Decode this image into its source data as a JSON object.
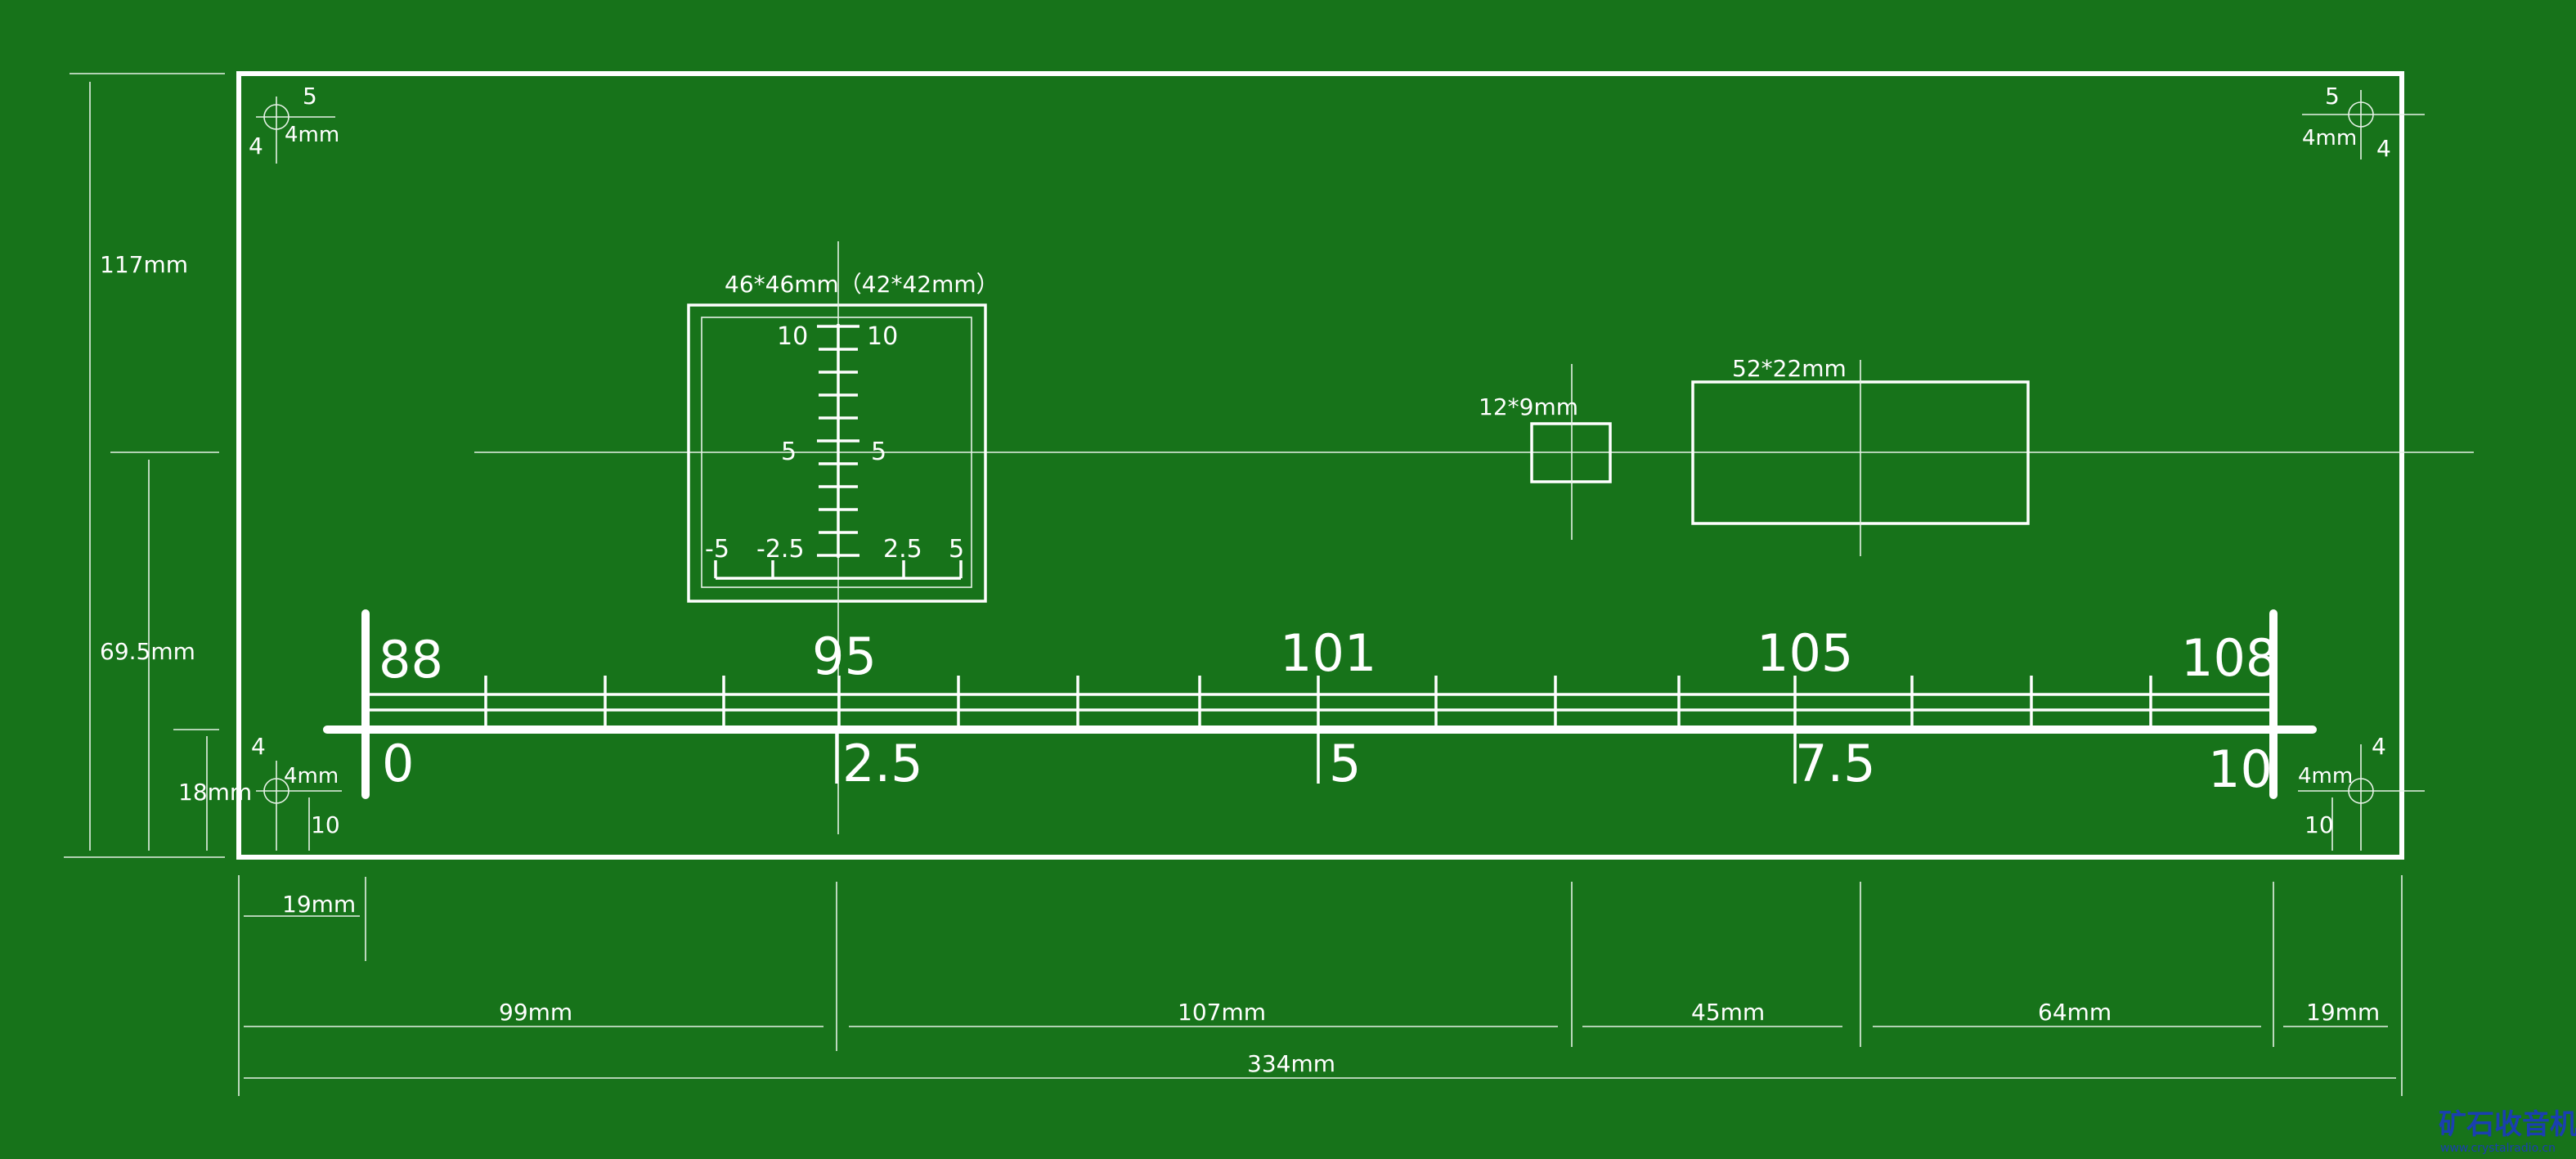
{
  "colors": {
    "background": "#17731a",
    "lines": "#ffffff",
    "watermark": "#1a3fb0"
  },
  "corner_holes": {
    "top_left": {
      "offset_x": "5",
      "offset_y": "4",
      "diameter": "4mm"
    },
    "top_right": {
      "offset_x": "5",
      "offset_y": "4",
      "diameter": "4mm"
    },
    "bottom_left": {
      "offset_x": "10",
      "offset_y": "4",
      "diameter": "4mm"
    },
    "bottom_right": {
      "offset_x": "10",
      "offset_y": "4",
      "diameter": "4mm"
    }
  },
  "dimensions": {
    "height_total": "117mm",
    "height_upper": "69.5mm",
    "height_lower": "18mm",
    "left_margin": "19mm",
    "seg_1": "99mm",
    "seg_2": "107mm",
    "seg_3": "45mm",
    "seg_4": "64mm",
    "seg_5": "19mm",
    "width_total": "334mm"
  },
  "meter": {
    "label": "46*46mm（42*42mm）",
    "left_top": "10",
    "left_mid": "5",
    "right_top": "10",
    "right_mid": "5",
    "bottom_labels": [
      "-5",
      "-2.5",
      "2.5",
      "5"
    ]
  },
  "small_cutout": {
    "label": "12*9mm"
  },
  "large_cutout": {
    "label": "52*22mm"
  },
  "dial": {
    "fm_labels": [
      "88",
      "95",
      "101",
      "105",
      "108"
    ],
    "scale_labels": [
      "0",
      "2.5",
      "5",
      "7.5",
      "10"
    ]
  },
  "watermark": {
    "title": "矿石收音机",
    "url": "www.crystalradio.cn"
  }
}
